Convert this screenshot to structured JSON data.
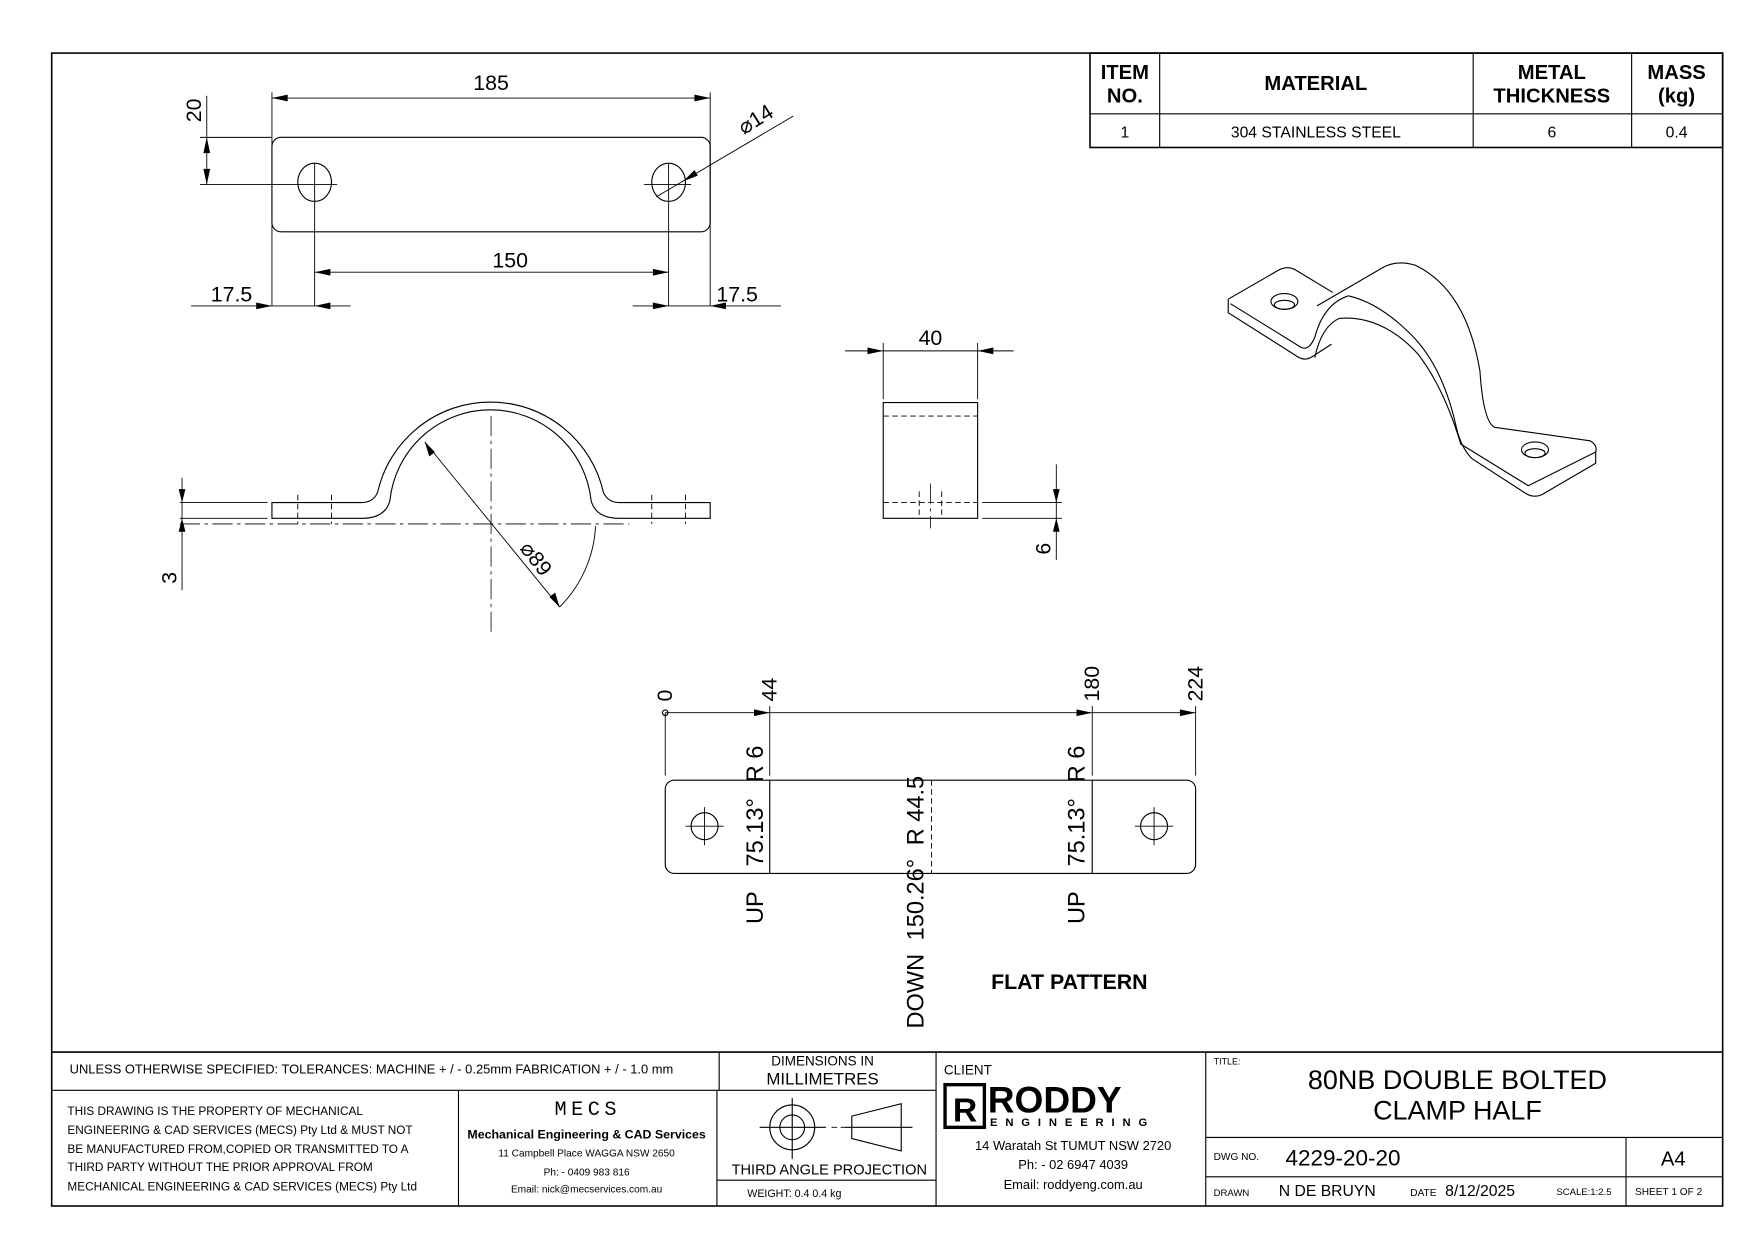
{
  "bom": {
    "headers": {
      "item_l1": "ITEM",
      "item_l2": "NO.",
      "material": "MATERIAL",
      "thickness_l1": "METAL",
      "thickness_l2": "THICKNESS",
      "mass_l1": "MASS",
      "mass_l2": "(kg)"
    },
    "rows": [
      {
        "item": "1",
        "material": "304 STAINLESS STEEL",
        "thickness": "6",
        "mass": "0.4"
      }
    ]
  },
  "top_view": {
    "overall_length": "185",
    "edge_to_hole": "20",
    "hole_dia": "⌀14",
    "hole_spacing": "150",
    "left_offset": "17.5",
    "right_offset": "17.5"
  },
  "side_view": {
    "thickness": "3",
    "bend_dia": "⌀89"
  },
  "end_view": {
    "width": "40",
    "thickness": "6"
  },
  "flat_pattern": {
    "label": "FLAT PATTERN",
    "ordinates": [
      "0",
      "44",
      "180",
      "224"
    ],
    "bend_notes": [
      {
        "dir": "UP",
        "angle": "75.13°",
        "radius": "R 6"
      },
      {
        "dir": "DOWN",
        "angle": "150.26°",
        "radius": "R 44.5"
      },
      {
        "dir": "UP",
        "angle": "75.13°",
        "radius": "R 6"
      }
    ]
  },
  "title_block": {
    "tolerances": "UNLESS OTHERWISE SPECIFIED: TOLERANCES: MACHINE + / - 0.25mm  FABRICATION + / - 1.0 mm",
    "units_l1": "DIMENSIONS IN",
    "units_l2": "MILLIMETRES",
    "property_lines": [
      "THIS DRAWING IS THE PROPERTY OF MECHANICAL",
      "ENGINEERING & CAD SERVICES (MECS) Pty Ltd & MUST NOT",
      "BE MANUFACTURED FROM,COPIED OR TRANSMITTED TO A",
      "THIRD PARTY WITHOUT THE PRIOR APPROVAL FROM",
      "MECHANICAL ENGINEERING & CAD SERVICES (MECS) Pty Ltd"
    ],
    "mecs": {
      "logo": "MECS",
      "name": "Mechanical Engineering & CAD Services",
      "address": "11 Campbell Place WAGGA NSW 2650",
      "phone": "Ph: - 0409 983 816",
      "email": "Email: nick@mecservices.com.au"
    },
    "projection": "THIRD ANGLE PROJECTION",
    "weight": "WEIGHT: 0.4 0.4 kg",
    "client_label": "CLIENT",
    "client": {
      "logo_main": "RODDY",
      "logo_sub": "ENGINEERING",
      "address": "14 Waratah St TUMUT NSW 2720",
      "phone": "Ph: - 02 6947 4039",
      "email": "Email: roddyeng.com.au"
    },
    "title_label": "TITLE:",
    "title_l1": "80NB DOUBLE BOLTED",
    "title_l2": "CLAMP HALF",
    "dwg_no_label": "DWG NO.",
    "dwg_no": "4229-20-20",
    "size": "A4",
    "drawn_label": "DRAWN",
    "drawn_by": "N DE BRUYN",
    "date_label": "DATE",
    "date": "8/12/2025",
    "scale": "SCALE:1:2.5",
    "sheet": "SHEET 1 OF 2"
  }
}
